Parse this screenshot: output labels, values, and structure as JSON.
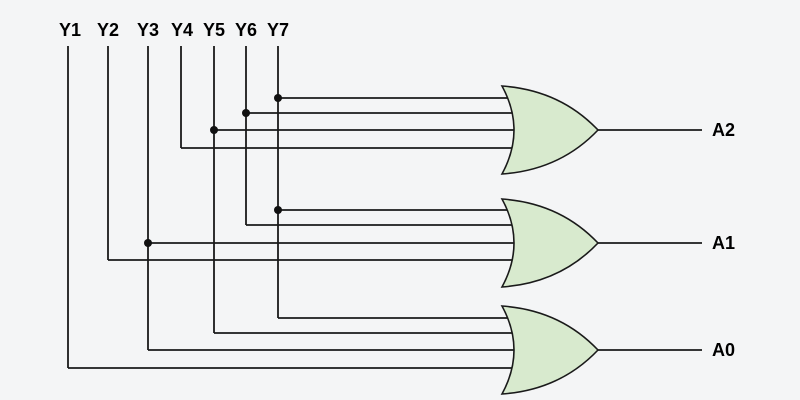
{
  "diagram": {
    "type": "logic-circuit",
    "description": "Octal-to-binary (8-to-3) encoder built from three OR gates",
    "colors": {
      "background": "#f4f5f6",
      "gate_fill": "#d8eace",
      "wire": "#1a1a1a"
    },
    "inputs": [
      "Y1",
      "Y2",
      "Y3",
      "Y4",
      "Y5",
      "Y6",
      "Y7"
    ],
    "outputs": [
      "A2",
      "A1",
      "A0"
    ],
    "gates": [
      {
        "type": "OR",
        "output": "A2",
        "inputs": [
          "Y4",
          "Y5",
          "Y6",
          "Y7"
        ]
      },
      {
        "type": "OR",
        "output": "A1",
        "inputs": [
          "Y2",
          "Y3",
          "Y6",
          "Y7"
        ]
      },
      {
        "type": "OR",
        "output": "A0",
        "inputs": [
          "Y1",
          "Y3",
          "Y5",
          "Y7"
        ]
      }
    ]
  }
}
